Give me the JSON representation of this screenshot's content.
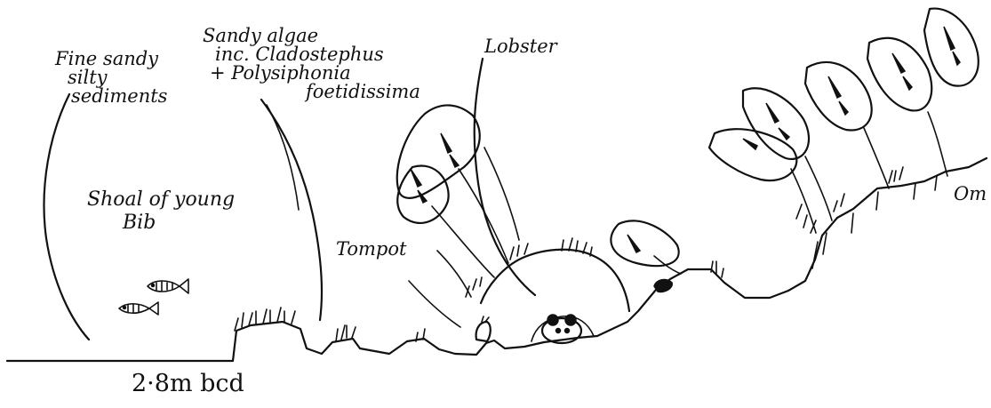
{
  "labels": {
    "sediment": [
      "Fine sandy",
      "silty",
      "sediments"
    ],
    "algae": [
      "Sandy algae",
      "inc. Cladostephus",
      "+ Polysiphonia",
      "foetidissima"
    ],
    "lobster": "Lobster",
    "bib": [
      "Shoal of young",
      "Bib"
    ],
    "tompot": "Tompot",
    "right_cut": "Om",
    "depth": "2·8m bcd"
  },
  "colors": {
    "ink": "#111111",
    "paper": "#ffffff"
  },
  "icons": [
    "fish-icon",
    "lobster-icon",
    "kelp-frond-icon",
    "tompot-blenny-icon"
  ]
}
